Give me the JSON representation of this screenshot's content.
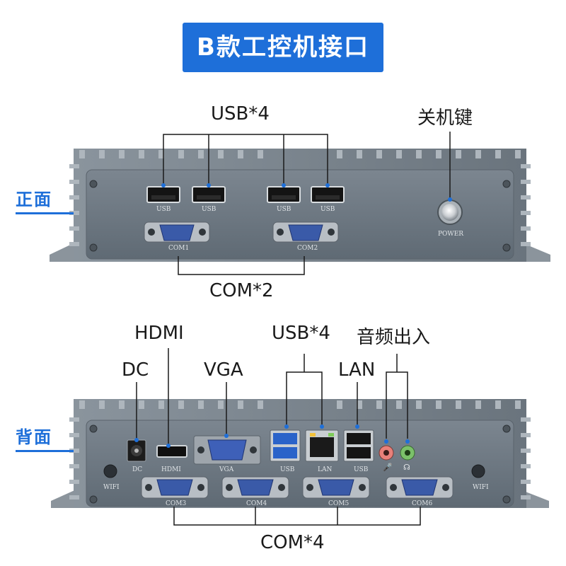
{
  "title": "B款工控机接口",
  "front": {
    "side_label": "正面",
    "callouts": {
      "usb": "USB*4",
      "power": "关机键",
      "com": "COM*2"
    },
    "port_labels": {
      "usb1": "USB",
      "usb2": "USB",
      "usb3": "USB",
      "usb4": "USB",
      "com1": "COM1",
      "com2": "COM2",
      "power": "POWER"
    }
  },
  "back": {
    "side_label": "背面",
    "callouts": {
      "hdmi": "HDMI",
      "dc": "DC",
      "vga": "VGA",
      "usb": "USB*4",
      "audio": "音频出入",
      "lan": "LAN",
      "com": "COM*4"
    },
    "port_labels": {
      "dc": "DC",
      "hdmi": "HDMI",
      "vga": "VGA",
      "usb_a": "USB",
      "lan": "LAN",
      "usb_b": "USB",
      "wifi_left": "WIFI",
      "wifi_right": "WIFI",
      "com3": "COM3",
      "com4": "COM4",
      "com5": "COM5",
      "com6": "COM6"
    }
  },
  "colors": {
    "accent": "#1e6fd9",
    "panel": "#6f7a84",
    "usb3_blue": "#2a63c9",
    "db9_blue": "#3a5aa8",
    "mic_pink": "#e8807a",
    "line_green": "#7bc06a"
  }
}
